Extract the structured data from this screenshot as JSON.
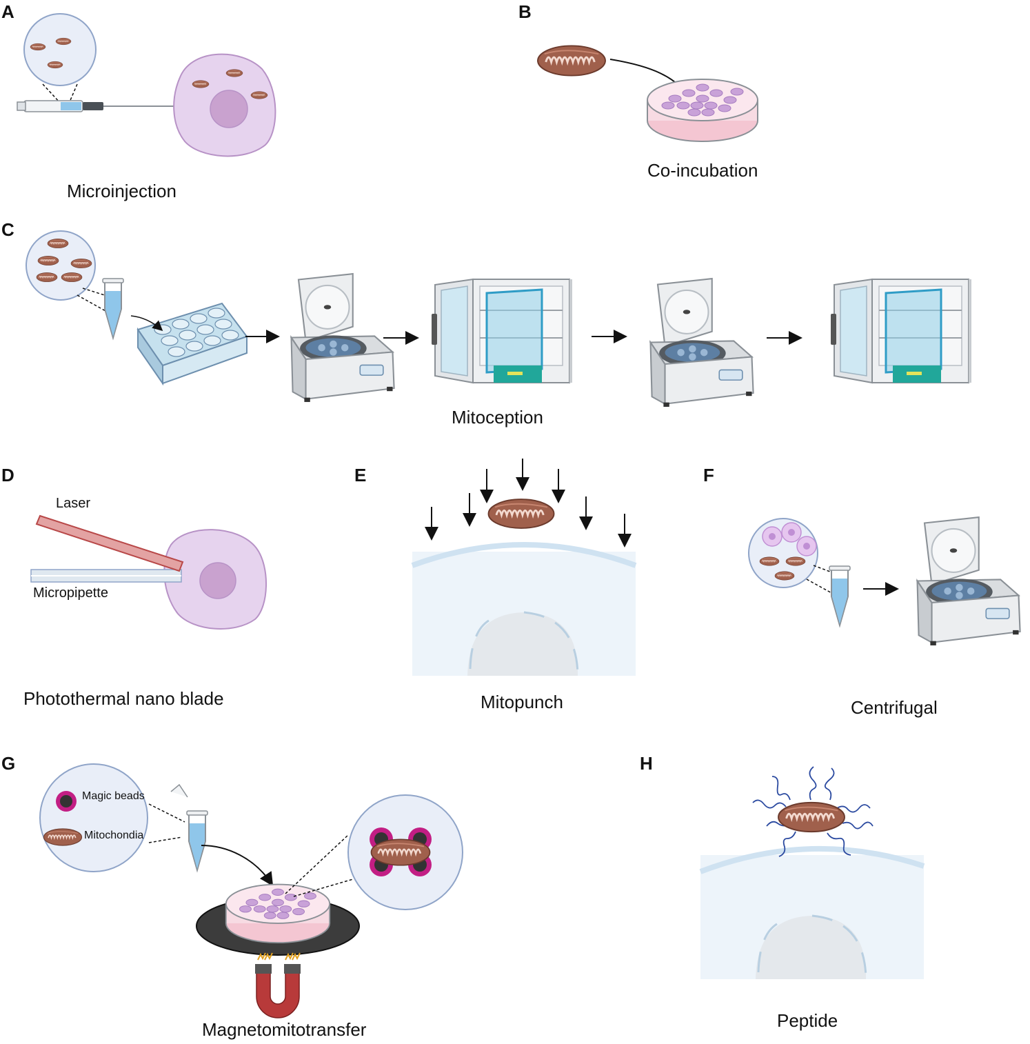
{
  "panels": {
    "A": {
      "letter": "A",
      "title": "Microinjection"
    },
    "B": {
      "letter": "B",
      "title": "Co-incubation"
    },
    "C": {
      "letter": "C",
      "title": "Mitoception"
    },
    "D": {
      "letter": "D",
      "title": "Photothermal nano blade",
      "laser_label": "Laser",
      "pipette_label": "Micropipette"
    },
    "E": {
      "letter": "E",
      "title": "Mitopunch"
    },
    "F": {
      "letter": "F",
      "title": "Centrifugal"
    },
    "G": {
      "letter": "G",
      "title": "Magnetomitotransfer",
      "beads_label": "Magic beads",
      "mito_label": "Mitochondia"
    },
    "H": {
      "letter": "H",
      "title": "Peptide"
    }
  },
  "colors": {
    "cell": "#e6d3ee",
    "cell_stroke": "#b792c6",
    "nucleus": "#c9a2cf",
    "mito_fill": "#a0604c",
    "mito_stroke": "#6b3a2c",
    "inset_circle": "#e9eef8",
    "tube_liquid": "#8fc6ea",
    "dish_media": "#f7dbe3",
    "magnet_red": "#b83a3a",
    "bead_ring": "#c21e84",
    "membrane": "#cfe2f1",
    "incubator_teal": "#21a79a",
    "plate_blue": "#c6e1ee"
  }
}
